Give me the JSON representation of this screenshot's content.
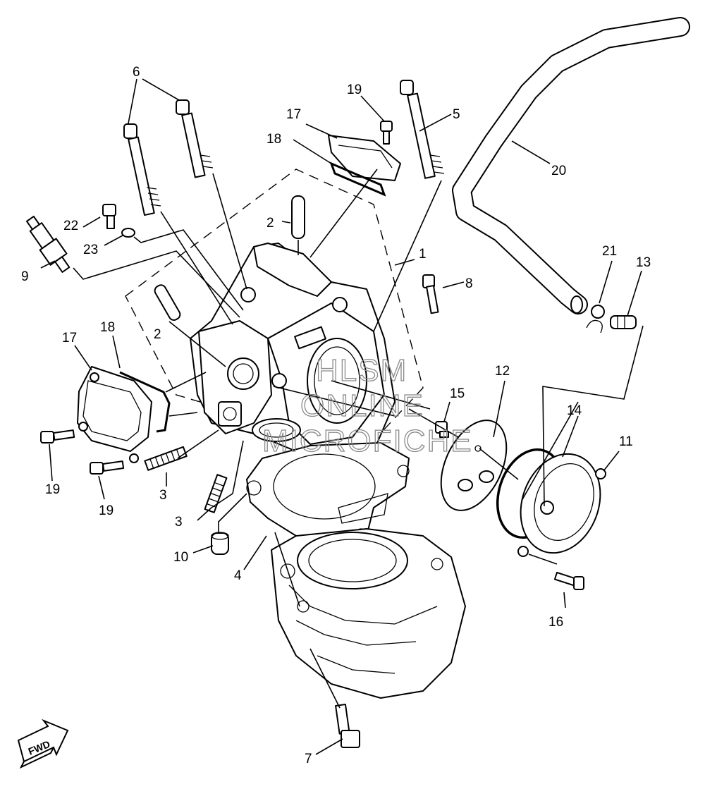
{
  "callouts": [
    {
      "id": "c1",
      "text": "1"
    },
    {
      "id": "c2a",
      "text": "2"
    },
    {
      "id": "c2b",
      "text": "2"
    },
    {
      "id": "c3a",
      "text": "3"
    },
    {
      "id": "c3b",
      "text": "3"
    },
    {
      "id": "c4",
      "text": "4"
    },
    {
      "id": "c5",
      "text": "5"
    },
    {
      "id": "c6",
      "text": "6"
    },
    {
      "id": "c7",
      "text": "7"
    },
    {
      "id": "c8",
      "text": "8"
    },
    {
      "id": "c9",
      "text": "9"
    },
    {
      "id": "c10",
      "text": "10"
    },
    {
      "id": "c11",
      "text": "11"
    },
    {
      "id": "c12",
      "text": "12"
    },
    {
      "id": "c13",
      "text": "13"
    },
    {
      "id": "c14",
      "text": "14"
    },
    {
      "id": "c15",
      "text": "15"
    },
    {
      "id": "c16",
      "text": "16"
    },
    {
      "id": "c17a",
      "text": "17"
    },
    {
      "id": "c17b",
      "text": "17"
    },
    {
      "id": "c18a",
      "text": "18"
    },
    {
      "id": "c18b",
      "text": "18"
    },
    {
      "id": "c19a",
      "text": "19"
    },
    {
      "id": "c19b",
      "text": "19"
    },
    {
      "id": "c19c",
      "text": "19"
    },
    {
      "id": "c20",
      "text": "20"
    },
    {
      "id": "c21",
      "text": "21"
    },
    {
      "id": "c22",
      "text": "22"
    },
    {
      "id": "c23",
      "text": "23"
    }
  ],
  "watermark": [
    "HLSM",
    "ONLINE",
    "MICROFICHE"
  ],
  "fwd_badge": "FWD"
}
